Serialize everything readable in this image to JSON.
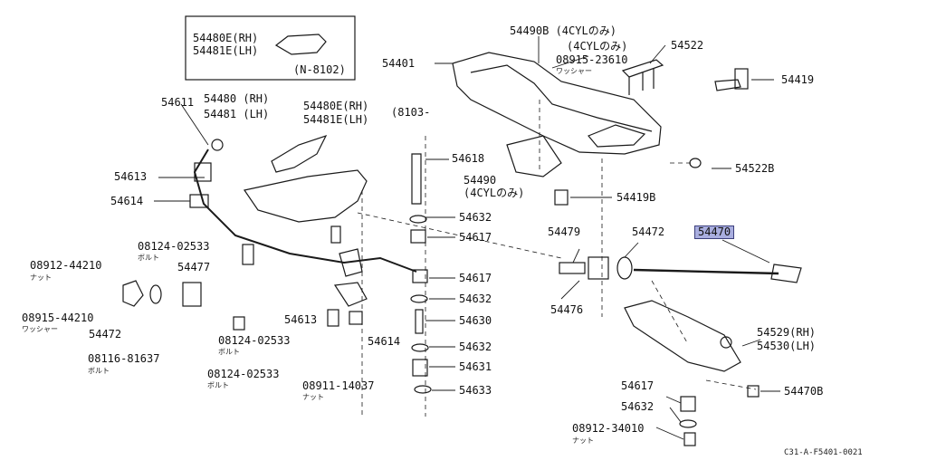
{
  "labels": {
    "p54480E_RH": "54480E(RH)",
    "p54481E_LH": "54481E(LH)",
    "inset_note": "(N-8102)",
    "p54611": "54611",
    "p54480_RH": "54480 (RH)",
    "p54481_LH": "54481 (LH)",
    "p54480E_RH_b": "54480E(RH)",
    "p54481E_LH_b": "54481E(LH)",
    "note_8103": "(8103-",
    "p54401": "54401",
    "p54490B": "54490B (4CYLのみ)",
    "note_4cyl": "(4CYLのみ)",
    "p08915_23610": "08915-23610",
    "washer_1": "ワッシャー",
    "p54522": "54522",
    "p54419": "54419",
    "p54613_a": "54613",
    "p54614_a": "54614",
    "p54618": "54618",
    "p54490": "54490",
    "note_4cyl_b": "(4CYLのみ)",
    "p54522B": "54522B",
    "p54419B": "54419B",
    "p54632_a": "54632",
    "p54617_a": "54617",
    "p08124_02533_a": "08124-02533",
    "bolt_1": "ボルト",
    "p08912_44210": "08912-44210",
    "nut_1": "ナット",
    "p54477": "54477",
    "p54479": "54479",
    "p54472_a": "54472",
    "p54470": "54470",
    "p54617_b": "54617",
    "p54632_b": "54632",
    "p08915_44210": "08915-44210",
    "washer_2": "ワッシャー",
    "p54472_b": "54472",
    "p54613_b": "54613",
    "p54614_b": "54614",
    "p54630": "54630",
    "p54476": "54476",
    "p08124_02533_b": "08124-02533",
    "bolt_2": "ボルト",
    "p08116_81637": "08116-81637",
    "bolt_3": "ボルト",
    "p54632_c": "54632",
    "p54529_RH": "54529(RH)",
    "p54530_LH": "54530(LH)",
    "p08124_02533_c": "08124-02533",
    "bolt_4": "ボルト",
    "p08911_14037": "08911-14037",
    "nut_2": "ナット",
    "p54631": "54631",
    "p54633": "54633",
    "p54470B": "54470B",
    "p54617_c": "54617",
    "p54632_d": "54632",
    "p08912_34010": "08912-34010",
    "nut_3": "ナット",
    "figure_code": "C31-A-F5401-0021"
  },
  "highlight_color": "#a9aedf"
}
